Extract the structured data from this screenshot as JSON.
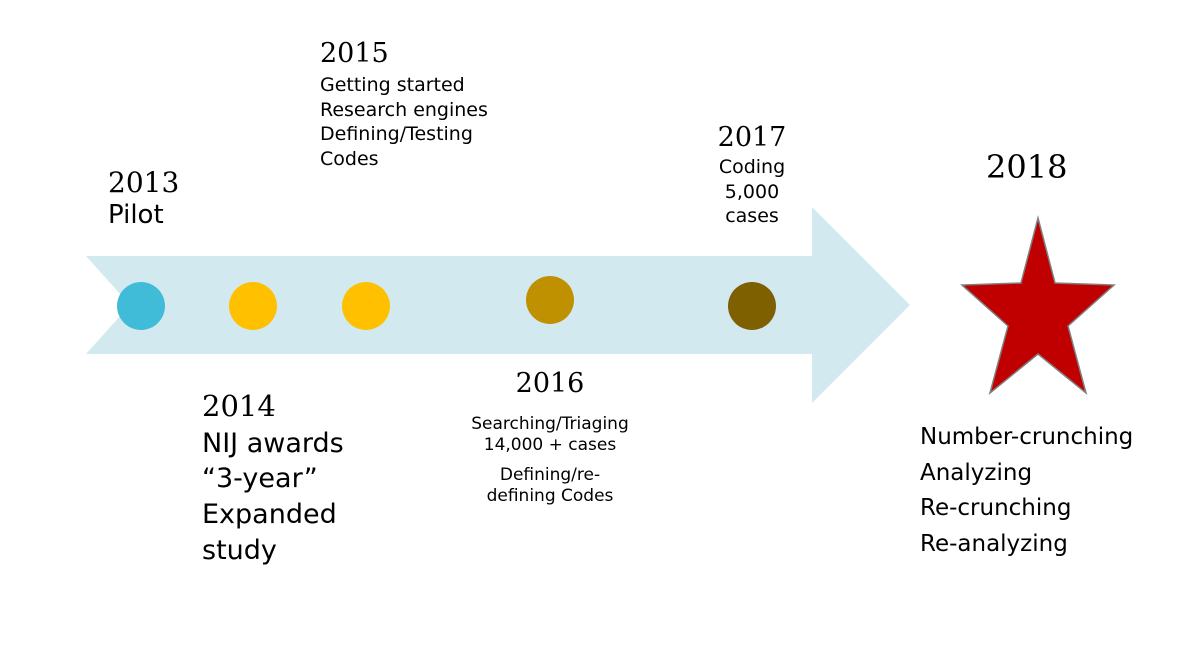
{
  "colors": {
    "arrow": "#d2e9f0",
    "star": "#c00000",
    "star_stroke": "#7f7f7f",
    "milestone_2013": "#40bcd8",
    "milestone_2014": "#ffc000",
    "milestone_2015": "#ffc000",
    "milestone_2016": "#bf9000",
    "milestone_2017": "#7f6000"
  },
  "milestones": {
    "m2013": {
      "year": "2013",
      "lines": [
        "Pilot"
      ]
    },
    "m2014": {
      "year": "2014",
      "lines": [
        "NIJ awards",
        "“3-year”",
        "Expanded",
        "study"
      ]
    },
    "m2015": {
      "year": "2015",
      "lines": [
        "Getting started",
        "Research engines",
        "Defining/Testing",
        "Codes"
      ]
    },
    "m2016": {
      "year": "2016",
      "lines": [
        "Searching/Triaging",
        "14,000 + cases",
        "Defining/re-",
        "defining Codes"
      ]
    },
    "m2017": {
      "year": "2017",
      "lines": [
        "Coding",
        "5,000",
        "cases"
      ]
    },
    "m2018": {
      "year": "2018",
      "lines": [
        "Number-crunching",
        "Analyzing",
        "Re-crunching",
        "Re-analyzing"
      ]
    }
  }
}
